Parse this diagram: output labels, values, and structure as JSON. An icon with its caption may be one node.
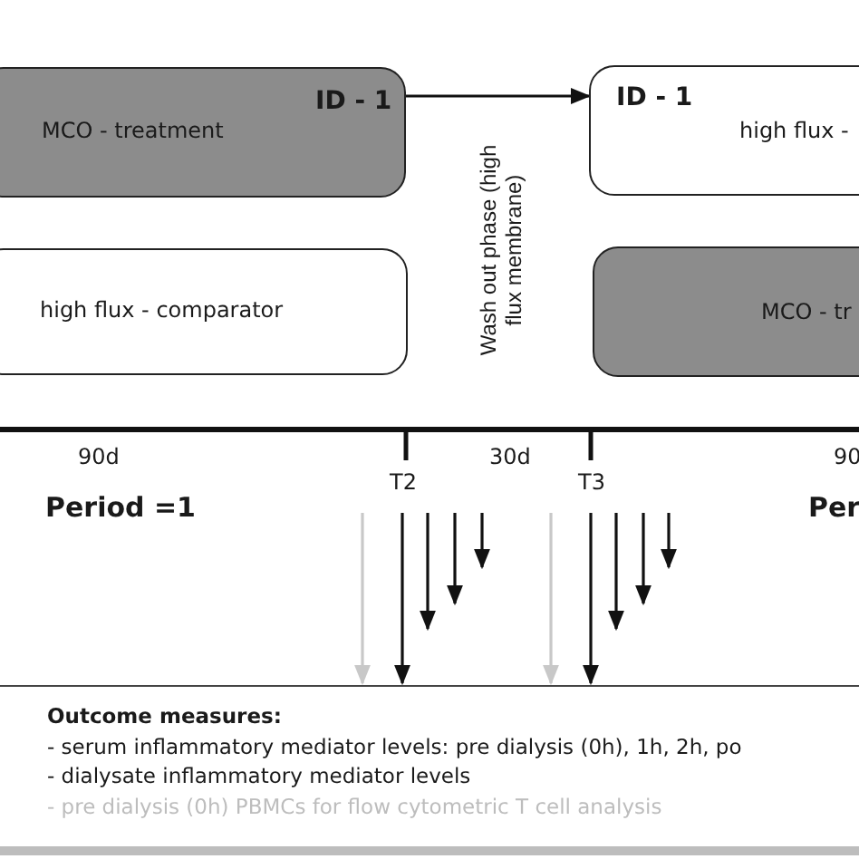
{
  "diagram": {
    "nodes": [
      {
        "text": [
          "ID - 1",
          "MCO - treatment"
        ]
      },
      {
        "text": [
          "ID - 1",
          "high flux -"
        ]
      },
      {
        "text": [
          "high flux - comparator"
        ]
      },
      {
        "text": [
          "MCO - tr"
        ]
      },
      {
        "text": [
          "Outcome measures:",
          "- serum inflammatory mediator levels: pre dialysis (0h), 1h, 2h, po",
          "- dialysate inflammatory mediator levels",
          "- pre dialysis (0h) PBMCs for flow cytometric T cell analysis"
        ]
      }
    ],
    "edges": [
      {
        "from": 0,
        "to": 1,
        "arrow": "to"
      },
      {
        "from": null,
        "to": 4,
        "arrow": "to",
        "color": "#c8c8c8"
      },
      {
        "from": null,
        "to": 4,
        "arrow": "to"
      },
      {
        "from": null,
        "to": 4,
        "arrow": "to",
        "color": "#c8c8c8"
      },
      {
        "from": null,
        "to": 4,
        "arrow": "to"
      }
    ],
    "labels": [
      "Wash out phase (high flux membrane)",
      "90d",
      "30d",
      "90",
      "T2",
      "T3",
      "Period =1",
      "Per"
    ]
  }
}
